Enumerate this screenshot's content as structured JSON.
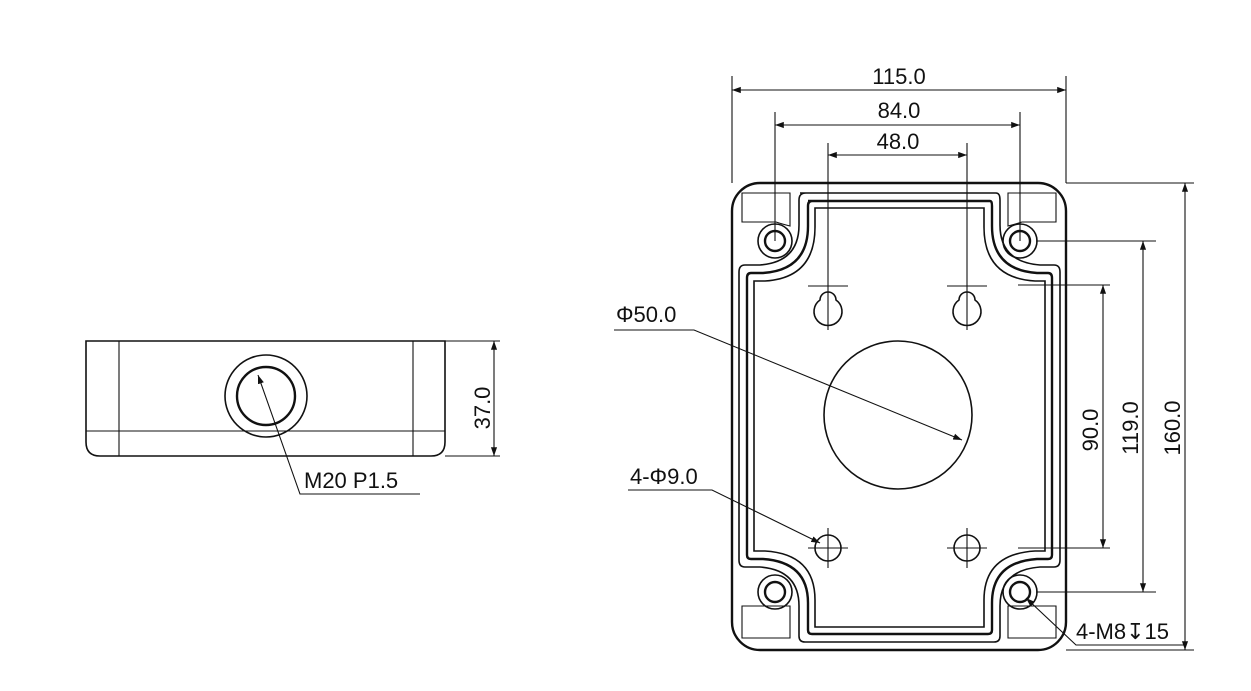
{
  "drawing": {
    "side_view": {
      "height_label": "37.0",
      "thread_label": "M20 P1.5"
    },
    "front_view": {
      "width_overall_label": "115.0",
      "width_mid_label": "84.0",
      "width_inner_label": "48.0",
      "center_hole_label": "Φ50.0",
      "small_holes_label": "4-Φ9.0",
      "screw_label": "4-M8↧15",
      "height_inner_label": "90.0",
      "height_mid_label": "119.0",
      "height_overall_label": "160.0"
    }
  }
}
